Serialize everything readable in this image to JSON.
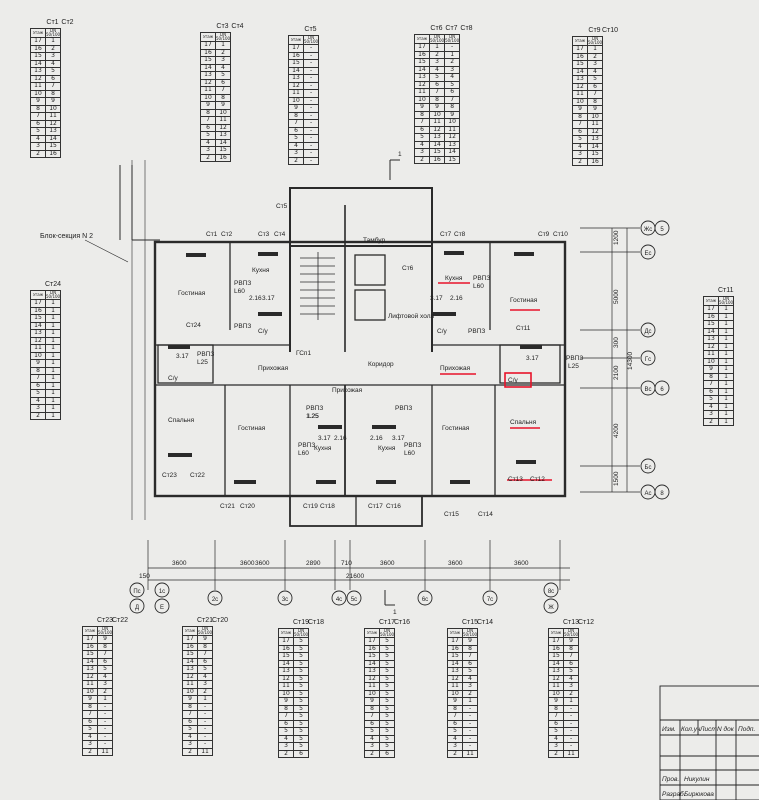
{
  "headers": {
    "floor": "этаж",
    "dia": "DN 50/100"
  },
  "plan": {
    "section_label": "Блок-секция N 2",
    "rooms": {
      "tambur": "Тамбур",
      "lift_hall": "Лифтовой холл",
      "corridor": "Коридор",
      "kitchen": "Кухня",
      "living": "Гостиная",
      "hall": "Прихожая",
      "bedroom": "Спальня",
      "bath": "С/у"
    },
    "tags": {
      "rvpz25": "РВПЗ",
      "l25": "L25",
      "l60": "L60",
      "d317": "3.17",
      "d216": "2.16",
      "d125": "1.25",
      "gsp1": "ГСп1",
      "gs1": "ГСп1"
    },
    "dims_bottom": [
      "3600",
      "3600",
      "3600",
      "2890",
      "710",
      "3600",
      "3600",
      "3600"
    ],
    "dim_150": "150",
    "dim_total": "21600",
    "dims_right": [
      "1200",
      "5000",
      "300",
      "2100",
      "4200",
      "1500"
    ],
    "dim_right_total": "14300",
    "axes_right": [
      "Жс",
      "5",
      "Ес",
      "Дс",
      "Гс",
      "Вс",
      "6",
      "Бс",
      "Ас",
      "8"
    ],
    "axes_bottom": [
      "Пс",
      "1с",
      "Д",
      "Е",
      "2с",
      "3с",
      "4с",
      "5с",
      "6с",
      "7с",
      "8с",
      "Ж"
    ],
    "cut_label": "1"
  },
  "title_block": {
    "columns": [
      "Изм.",
      "Кол.уч",
      "Лист",
      "N док",
      "Подп."
    ],
    "rows": [
      {
        "role": "Пров.",
        "name": "Никулин"
      },
      {
        "role": "Разраб.",
        "name": "Бирюкова"
      }
    ]
  },
  "tables": [
    {
      "names": [
        "Ст1",
        "Ст2"
      ],
      "rows": [
        [
          "17",
          "1"
        ],
        [
          "16",
          "2"
        ],
        [
          "15",
          "3"
        ],
        [
          "14",
          "4"
        ],
        [
          "13",
          "5"
        ],
        [
          "12",
          "6"
        ],
        [
          "11",
          "7"
        ],
        [
          "10",
          "8"
        ],
        [
          "9",
          "9"
        ],
        [
          "8",
          "10"
        ],
        [
          "7",
          "11"
        ],
        [
          "6",
          "12"
        ],
        [
          "5",
          "13"
        ],
        [
          "4",
          "14"
        ],
        [
          "3",
          "15"
        ],
        [
          "2",
          "16"
        ]
      ]
    },
    {
      "names": [
        "Ст3",
        "Ст4"
      ],
      "rows": [
        [
          "17",
          "1"
        ],
        [
          "16",
          "2"
        ],
        [
          "15",
          "3"
        ],
        [
          "14",
          "4"
        ],
        [
          "13",
          "5"
        ],
        [
          "12",
          "6"
        ],
        [
          "11",
          "7"
        ],
        [
          "10",
          "8"
        ],
        [
          "9",
          "9"
        ],
        [
          "8",
          "10"
        ],
        [
          "7",
          "11"
        ],
        [
          "6",
          "12"
        ],
        [
          "5",
          "13"
        ],
        [
          "4",
          "14"
        ],
        [
          "3",
          "15"
        ],
        [
          "2",
          "16"
        ]
      ]
    },
    {
      "names": [
        "Ст5"
      ],
      "rows": [
        [
          "17",
          "-"
        ],
        [
          "16",
          "-"
        ],
        [
          "15",
          "-"
        ],
        [
          "14",
          "-"
        ],
        [
          "13",
          "-"
        ],
        [
          "12",
          "-"
        ],
        [
          "11",
          "-"
        ],
        [
          "10",
          "-"
        ],
        [
          "9",
          "-"
        ],
        [
          "8",
          "-"
        ],
        [
          "7",
          "-"
        ],
        [
          "6",
          "-"
        ],
        [
          "5",
          "-"
        ],
        [
          "4",
          "-"
        ],
        [
          "3",
          "-"
        ],
        [
          "2",
          "-"
        ]
      ]
    },
    {
      "names": [
        "Ст6",
        "Ст7",
        "Ст8"
      ],
      "rows": [
        [
          "17",
          "1",
          "-"
        ],
        [
          "16",
          "2",
          "1"
        ],
        [
          "15",
          "3",
          "2"
        ],
        [
          "14",
          "4",
          "3"
        ],
        [
          "13",
          "5",
          "4"
        ],
        [
          "12",
          "6",
          "5"
        ],
        [
          "11",
          "7",
          "6"
        ],
        [
          "10",
          "8",
          "7"
        ],
        [
          "9",
          "9",
          "8"
        ],
        [
          "8",
          "10",
          "9"
        ],
        [
          "7",
          "11",
          "10"
        ],
        [
          "6",
          "12",
          "11"
        ],
        [
          "5",
          "13",
          "12"
        ],
        [
          "4",
          "14",
          "13"
        ],
        [
          "3",
          "15",
          "14"
        ],
        [
          "2",
          "16",
          "15"
        ]
      ]
    },
    {
      "names": [
        "Ст9",
        "Ст10"
      ],
      "rows": [
        [
          "17",
          "1"
        ],
        [
          "16",
          "2"
        ],
        [
          "15",
          "3"
        ],
        [
          "14",
          "4"
        ],
        [
          "13",
          "5"
        ],
        [
          "12",
          "6"
        ],
        [
          "11",
          "7"
        ],
        [
          "10",
          "8"
        ],
        [
          "9",
          "9"
        ],
        [
          "8",
          "10"
        ],
        [
          "7",
          "11"
        ],
        [
          "6",
          "12"
        ],
        [
          "5",
          "13"
        ],
        [
          "4",
          "14"
        ],
        [
          "3",
          "15"
        ],
        [
          "2",
          "16"
        ]
      ]
    },
    {
      "names": [
        "Ст24"
      ],
      "rows": [
        [
          "17",
          "1"
        ],
        [
          "16",
          "1"
        ],
        [
          "15",
          "1"
        ],
        [
          "14",
          "1"
        ],
        [
          "13",
          "1"
        ],
        [
          "12",
          "1"
        ],
        [
          "11",
          "1"
        ],
        [
          "10",
          "1"
        ],
        [
          "9",
          "1"
        ],
        [
          "8",
          "1"
        ],
        [
          "7",
          "1"
        ],
        [
          "6",
          "1"
        ],
        [
          "5",
          "1"
        ],
        [
          "4",
          "1"
        ],
        [
          "3",
          "1"
        ],
        [
          "2",
          "1"
        ]
      ]
    },
    {
      "names": [
        "Ст11"
      ],
      "rows": [
        [
          "17",
          "1"
        ],
        [
          "16",
          "1"
        ],
        [
          "15",
          "1"
        ],
        [
          "14",
          "1"
        ],
        [
          "13",
          "1"
        ],
        [
          "12",
          "1"
        ],
        [
          "11",
          "1"
        ],
        [
          "10",
          "1"
        ],
        [
          "9",
          "1"
        ],
        [
          "8",
          "1"
        ],
        [
          "7",
          "1"
        ],
        [
          "6",
          "1"
        ],
        [
          "5",
          "1"
        ],
        [
          "4",
          "1"
        ],
        [
          "3",
          "1"
        ],
        [
          "2",
          "1"
        ]
      ]
    },
    {
      "names": [
        "Ст23",
        "Ст22"
      ],
      "rows": [
        [
          "17",
          "9"
        ],
        [
          "16",
          "8"
        ],
        [
          "15",
          "7"
        ],
        [
          "14",
          "6"
        ],
        [
          "13",
          "5"
        ],
        [
          "12",
          "4"
        ],
        [
          "11",
          "3"
        ],
        [
          "10",
          "2"
        ],
        [
          "9",
          "1"
        ],
        [
          "8",
          "-"
        ],
        [
          "7",
          "-"
        ],
        [
          "6",
          "-"
        ],
        [
          "5",
          "-"
        ],
        [
          "4",
          "-"
        ],
        [
          "3",
          "-"
        ],
        [
          "2",
          "11"
        ]
      ]
    },
    {
      "names": [
        "Ст21",
        "Ст20"
      ],
      "rows": [
        [
          "17",
          "9"
        ],
        [
          "16",
          "8"
        ],
        [
          "15",
          "7"
        ],
        [
          "14",
          "6"
        ],
        [
          "13",
          "5"
        ],
        [
          "12",
          "4"
        ],
        [
          "11",
          "3"
        ],
        [
          "10",
          "2"
        ],
        [
          "9",
          "1"
        ],
        [
          "8",
          "-"
        ],
        [
          "7",
          "-"
        ],
        [
          "6",
          "-"
        ],
        [
          "5",
          "-"
        ],
        [
          "4",
          "-"
        ],
        [
          "3",
          "-"
        ],
        [
          "2",
          "11"
        ]
      ]
    },
    {
      "names": [
        "Ст19",
        "Ст18"
      ],
      "rows": [
        [
          "17",
          "5"
        ],
        [
          "16",
          "5"
        ],
        [
          "15",
          "5"
        ],
        [
          "14",
          "5"
        ],
        [
          "13",
          "5"
        ],
        [
          "12",
          "5"
        ],
        [
          "11",
          "5"
        ],
        [
          "10",
          "5"
        ],
        [
          "9",
          "5"
        ],
        [
          "8",
          "5"
        ],
        [
          "7",
          "5"
        ],
        [
          "6",
          "5"
        ],
        [
          "5",
          "5"
        ],
        [
          "4",
          "5"
        ],
        [
          "3",
          "5"
        ],
        [
          "2",
          "6"
        ]
      ]
    },
    {
      "names": [
        "Ст17",
        "Ст16"
      ],
      "rows": [
        [
          "17",
          "5"
        ],
        [
          "16",
          "5"
        ],
        [
          "15",
          "5"
        ],
        [
          "14",
          "5"
        ],
        [
          "13",
          "5"
        ],
        [
          "12",
          "5"
        ],
        [
          "11",
          "5"
        ],
        [
          "10",
          "5"
        ],
        [
          "9",
          "5"
        ],
        [
          "8",
          "5"
        ],
        [
          "7",
          "5"
        ],
        [
          "6",
          "5"
        ],
        [
          "5",
          "5"
        ],
        [
          "4",
          "5"
        ],
        [
          "3",
          "5"
        ],
        [
          "2",
          "6"
        ]
      ]
    },
    {
      "names": [
        "Ст15",
        "Ст14"
      ],
      "rows": [
        [
          "17",
          "9"
        ],
        [
          "16",
          "8"
        ],
        [
          "15",
          "7"
        ],
        [
          "14",
          "6"
        ],
        [
          "13",
          "5"
        ],
        [
          "12",
          "4"
        ],
        [
          "11",
          "3"
        ],
        [
          "10",
          "2"
        ],
        [
          "9",
          "1"
        ],
        [
          "8",
          "-"
        ],
        [
          "7",
          "-"
        ],
        [
          "6",
          "-"
        ],
        [
          "5",
          "-"
        ],
        [
          "4",
          "-"
        ],
        [
          "3",
          "-"
        ],
        [
          "2",
          "11"
        ]
      ]
    },
    {
      "names": [
        "Ст13",
        "Ст12"
      ],
      "rows": [
        [
          "17",
          "9"
        ],
        [
          "16",
          "8"
        ],
        [
          "15",
          "7"
        ],
        [
          "14",
          "6"
        ],
        [
          "13",
          "5"
        ],
        [
          "12",
          "4"
        ],
        [
          "11",
          "3"
        ],
        [
          "10",
          "2"
        ],
        [
          "9",
          "1"
        ],
        [
          "8",
          "-"
        ],
        [
          "7",
          "-"
        ],
        [
          "6",
          "-"
        ],
        [
          "5",
          "-"
        ],
        [
          "4",
          "-"
        ],
        [
          "3",
          "-"
        ],
        [
          "2",
          "11"
        ]
      ]
    }
  ],
  "highlight_color": "#e8132a"
}
